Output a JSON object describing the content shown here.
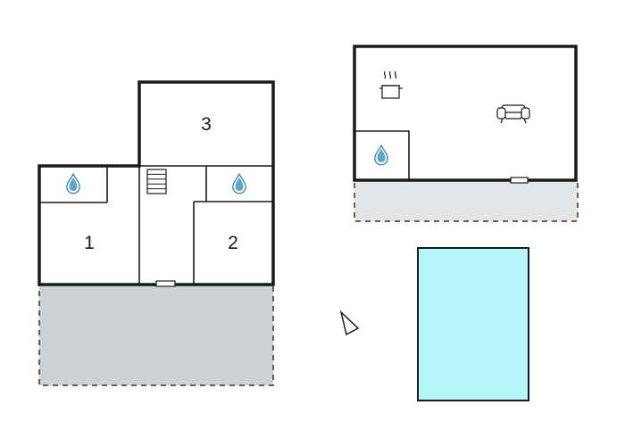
{
  "floor_plan": {
    "rooms": [
      {
        "id": "bedroom-1",
        "label": "1"
      },
      {
        "id": "bedroom-2",
        "label": "2"
      },
      {
        "id": "bedroom-3",
        "label": "3"
      }
    ],
    "icons": [
      {
        "name": "water-drop-icon",
        "meaning": "bathroom"
      },
      {
        "name": "stairs-icon",
        "meaning": "staircase"
      },
      {
        "name": "cooking-pot-icon",
        "meaning": "kitchen"
      },
      {
        "name": "sofa-icon",
        "meaning": "living room"
      },
      {
        "name": "north-arrow-icon",
        "meaning": "orientation"
      }
    ],
    "colors": {
      "walls": "#1a1a1a",
      "terrace": "#ccd1d3",
      "terrace_light": "#e2e6e6",
      "pool": "#b6f5fa",
      "bathroom_drop": "#5aa7c9",
      "background": "#ffffff"
    }
  }
}
